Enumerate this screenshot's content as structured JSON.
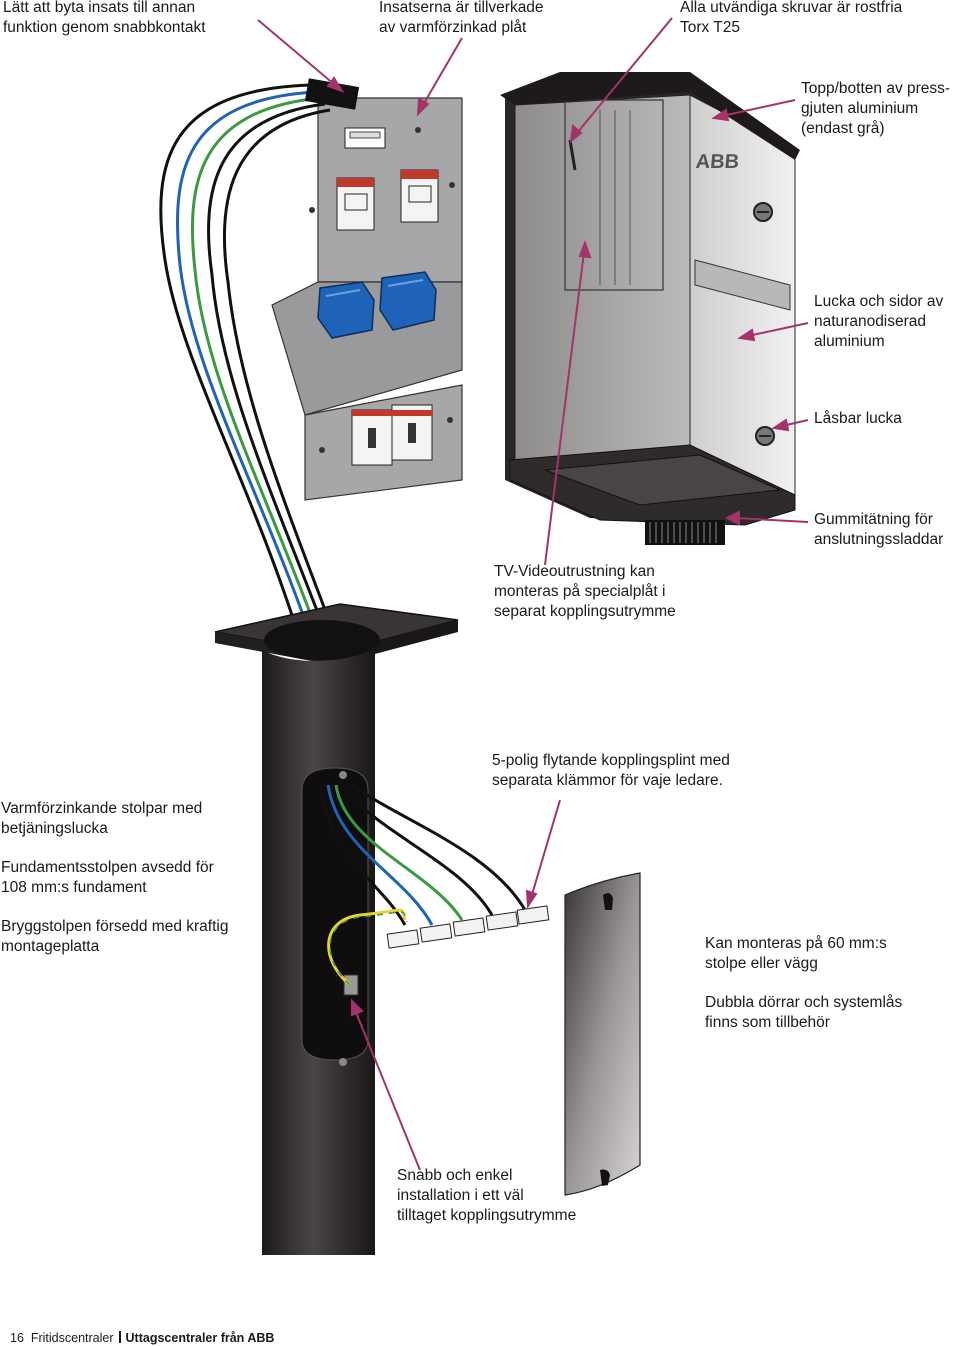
{
  "callouts": {
    "quick_swap": [
      "Lätt att byta insats till annan",
      "funktion genom snabbkontakt"
    ],
    "galvanized_inserts": [
      "Insatserna är tillverkade",
      "av varmförzinkad plåt"
    ],
    "screws": [
      "Alla utvändiga skruvar är rostfria",
      "Torx T25"
    ],
    "top_bottom": [
      "Topp/botten av press-",
      "gjuten aluminium",
      "(endast grå)"
    ],
    "door_sides": [
      "Lucka och sidor av",
      "naturanodiserad",
      "aluminium"
    ],
    "lockable_door": [
      "Låsbar lucka"
    ],
    "rubber_seal": [
      "Gummitätning för",
      "anslutningssladdar"
    ],
    "tv_video": [
      "TV-Videoutrustning kan",
      "monteras på specialplåt i",
      "separat kopplingsutrymme"
    ],
    "terminal_block": [
      "5-polig flytande kopplingsplint med",
      "separata klämmor för vaje ledare."
    ],
    "posts": [
      "Varmförzinkande stolpar med",
      "betjäningslucka"
    ],
    "foundation_post": [
      "Fundamentsstolpen avsedd för",
      "108 mm:s fundament"
    ],
    "jetty_post": [
      "Bryggstolpen försedd med kraftig",
      "montageplatta"
    ],
    "mount_60": [
      "Kan monteras på 60 mm:s",
      "stolpe eller vägg"
    ],
    "double_doors": [
      "Dubbla dörrar och systemlås",
      "finns som tillbehör"
    ],
    "installation": [
      "Snabb och enkel",
      "installation i ett väl",
      "tilltaget kopplingsutrymme"
    ]
  },
  "footer": {
    "page_number": "16",
    "section": "Fritidscentraler",
    "title": "Uttagscentraler från ABB"
  },
  "colors": {
    "leader_line": "#a3336b",
    "enclosure_dark": "#2a2526",
    "socket_blue": "#1f63b8",
    "plate_grey": "#a4a4a6",
    "post_dark": "#2b2727"
  }
}
